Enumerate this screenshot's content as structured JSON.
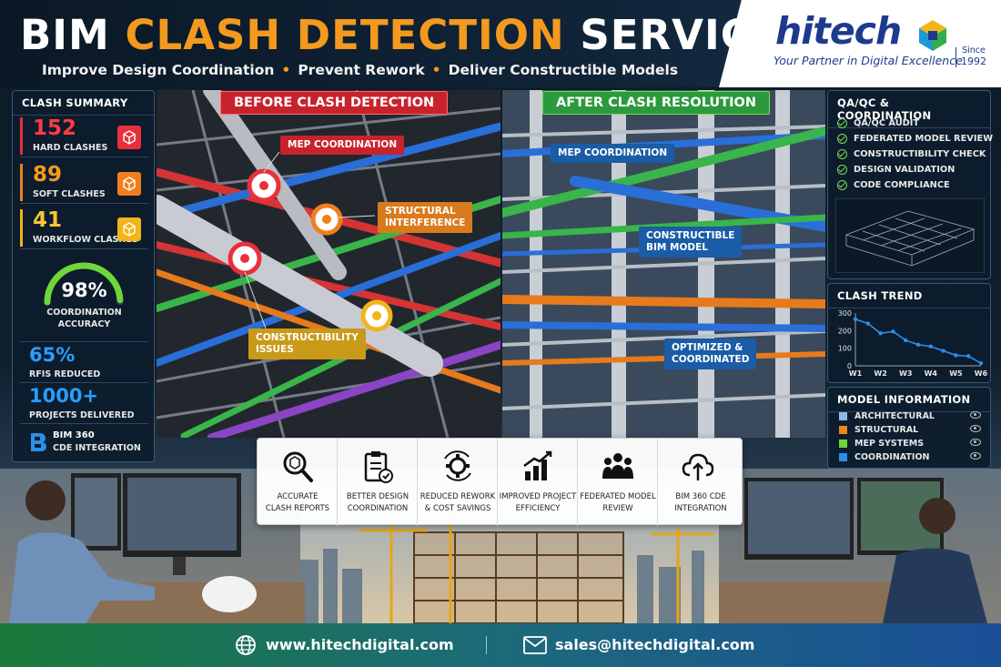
{
  "header": {
    "title_part1": "BIM ",
    "title_part2": "CLASH DETECTION",
    "title_part3": " SERVICES",
    "tagline_1": "Improve Design Coordination",
    "tagline_2": "Prevent Rework",
    "tagline_3": "Deliver Constructible Models",
    "separator": "•"
  },
  "logo": {
    "word": "hitech",
    "subtitle": "Your Partner in Digital Excellence",
    "since_label": "Since",
    "since_year": "1992"
  },
  "summary": {
    "title": "CLASH SUMMARY",
    "clashes": [
      {
        "value": "152",
        "label": "HARD CLASHES",
        "color": "#e8303a"
      },
      {
        "value": "89",
        "label": "SOFT CLASHES",
        "color": "#f07f1a"
      },
      {
        "value": "41",
        "label": "WORKFLOW CLASHES",
        "color": "#f2b519"
      }
    ],
    "accuracy": {
      "value": "98%",
      "label_1": "COORDINATION",
      "label_2": "ACCURACY",
      "fraction": 0.98
    },
    "stats": [
      {
        "value": "65%",
        "label": "RFIS REDUCED"
      },
      {
        "value": "1000+",
        "label": "PROJECTS DELIVERED"
      }
    ],
    "bim360": {
      "label_1": "BIM 360",
      "label_2": "CDE INTEGRATION"
    }
  },
  "before": {
    "banner": "BEFORE CLASH DETECTION",
    "callouts": {
      "mep": "MEP COORDINATION",
      "structural_1": "STRUCTURAL",
      "structural_2": "INTERFERENCE",
      "constructibility_1": "CONSTRUCTIBILITY",
      "constructibility_2": "ISSUES"
    }
  },
  "after": {
    "banner": "AFTER CLASH RESOLUTION",
    "callouts": {
      "mep": "MEP COORDINATION",
      "constructible_1": "CONSTRUCTIBLE",
      "constructible_2": "BIM MODEL",
      "optimized_1": "OPTIMIZED &",
      "optimized_2": "COORDINATED"
    }
  },
  "qa": {
    "title": "QA/QC & COORDINATION",
    "items": [
      "QA/QC AUDIT",
      "FEDERATED MODEL REVIEW",
      "CONSTRUCTIBILITY CHECK",
      "DESIGN VALIDATION",
      "CODE COMPLIANCE"
    ]
  },
  "trend": {
    "title": "CLASH TREND"
  },
  "chart_data": {
    "type": "line",
    "title": "CLASH TREND",
    "categories": [
      "W1",
      "W2",
      "W3",
      "W4",
      "W5",
      "W6"
    ],
    "x": [
      1,
      1.5,
      2,
      2.5,
      3,
      3.5,
      4,
      4.5,
      5,
      5.5,
      6
    ],
    "values": [
      265,
      240,
      185,
      195,
      145,
      120,
      110,
      85,
      60,
      55,
      15
    ],
    "yticks": [
      0,
      100,
      200,
      300
    ],
    "ylim": [
      0,
      300
    ],
    "xlim": [
      1,
      6
    ],
    "color": "#2b8fe8"
  },
  "model": {
    "title": "MODEL INFORMATION",
    "items": [
      {
        "label": "ARCHITECTURAL",
        "color": "#8fbbe6"
      },
      {
        "label": "STRUCTURAL",
        "color": "#f0861c"
      },
      {
        "label": "MEP SYSTEMS",
        "color": "#6fd63a"
      },
      {
        "label": "COORDINATION",
        "color": "#2b8fe8"
      }
    ]
  },
  "benefits": [
    {
      "line1": "ACCURATE",
      "line2": "CLASH REPORTS"
    },
    {
      "line1": "BETTER DESIGN",
      "line2": "COORDINATION"
    },
    {
      "line1": "REDUCED REWORK",
      "line2": "& COST SAVINGS"
    },
    {
      "line1": "IMPROVED PROJECT",
      "line2": "EFFICIENCY"
    },
    {
      "line1": "FEDERATED MODEL",
      "line2": "REVIEW"
    },
    {
      "line1": "BIM 360 CDE",
      "line2": "INTEGRATION"
    }
  ],
  "footer": {
    "website": "www.hitechdigital.com",
    "email": "sales@hitechdigital.com"
  }
}
